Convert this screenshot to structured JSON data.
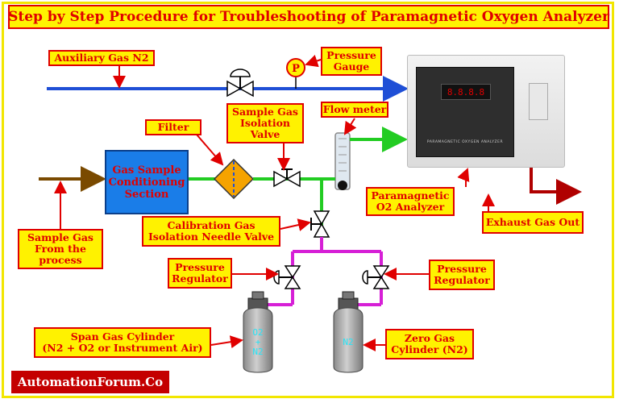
{
  "title": "Step by Step Procedure for Troubleshooting of Paramagnetic Oxygen Analyzer",
  "labels": {
    "aux_gas": "Auxiliary Gas N2",
    "pressure_gauge": "Pressure\nGauge",
    "sample_gas_isolation": "Sample Gas\nIsolation\nValve",
    "flow_meter": "Flow meter",
    "filter": "Filter",
    "gas_sample_conditioning": "Gas Sample\nConditioning\nSection",
    "paramagnetic_analyzer": "Paramagnetic\nO2 Analyzer",
    "exhaust": "Exhaust Gas Out",
    "calibration_valve": "Calibration Gas\nIsolation Needle Valve",
    "sample_gas_process": "Sample Gas\nFrom the\nprocess",
    "pressure_regulator_left": "Pressure\nRegulator",
    "pressure_regulator_right": "Pressure\nRegulator",
    "span_cylinder": "Span Gas Cylinder\n(N2 + O2 or Instrument Air)",
    "zero_cylinder": "Zero Gas\nCylinder (N2)"
  },
  "gauge_symbol": "P",
  "analyzer_panel_text": "PARAMAGNETIC OXYGEN ANALYZER",
  "analyzer_display": "8.8.8.8",
  "cylinders": {
    "span": [
      "O2",
      "+",
      "N2"
    ],
    "zero": [
      "N2"
    ]
  },
  "brand": "AutomationForum.Co",
  "colors": {
    "label_bg": "#fff200",
    "label_border": "#e00000",
    "aux_line": "#1f4fd6",
    "sample_line": "#7a4a00",
    "analyzer_line": "#22cc22",
    "cal_line": "#d61fd6",
    "exhaust_line": "#b00000",
    "arrow": "#e00000"
  }
}
